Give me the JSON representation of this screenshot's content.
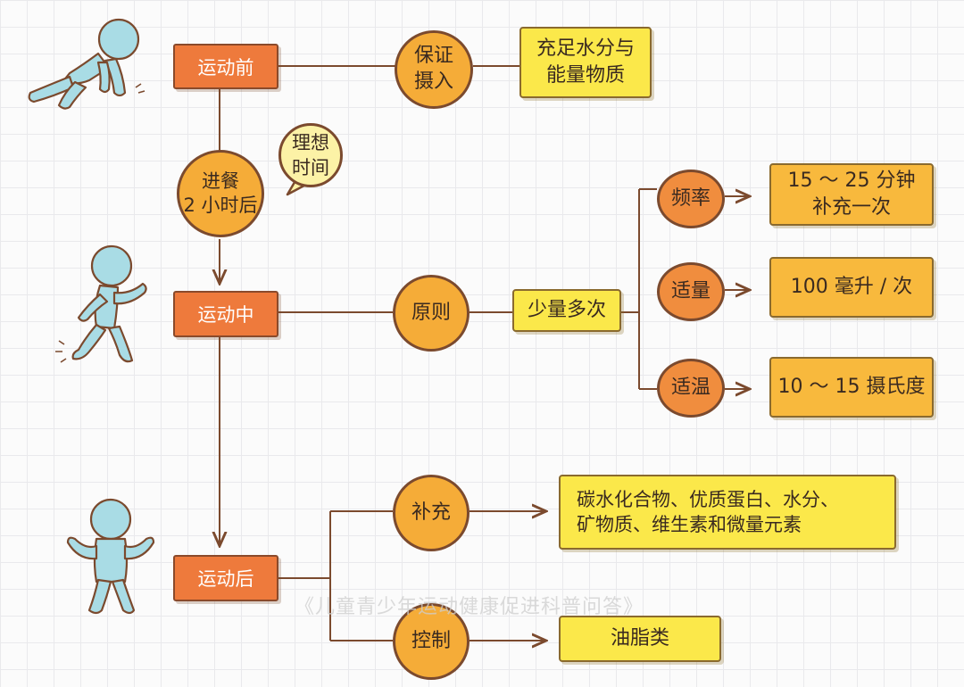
{
  "stages": {
    "before": "运动前",
    "during": "运动中",
    "after": "运动后"
  },
  "before": {
    "circle": "保证\n摄入",
    "result": "充足水分与\n能量物质"
  },
  "timing": {
    "circle": "进餐\n2 小时后",
    "bubble": "理想\n时间"
  },
  "during": {
    "circle": "原则",
    "principle": "少量多次",
    "branches": [
      {
        "label": "频率",
        "value": "15 ～ 25 分钟\n补充一次"
      },
      {
        "label": "适量",
        "value": "100 毫升 / 次"
      },
      {
        "label": "适温",
        "value": "10 ～ 15 摄氏度"
      }
    ]
  },
  "after": {
    "branches": [
      {
        "label": "补充",
        "value": "碳水化合物、优质蛋白、水分、\n矿物质、维生素和微量元素"
      },
      {
        "label": "控制",
        "value": "油脂类"
      }
    ]
  },
  "watermark": "《儿童青少年运动健康促进科普问答》",
  "colors": {
    "stage": "#ee7a3c",
    "circle": "#f5ac38",
    "small_circle": "#f08d3e",
    "yellow_box": "#fbe84a",
    "orange_box": "#f8b93d",
    "bubble": "#fcf2a6",
    "line": "#7b4a2e",
    "figure": "#a9dce5"
  }
}
